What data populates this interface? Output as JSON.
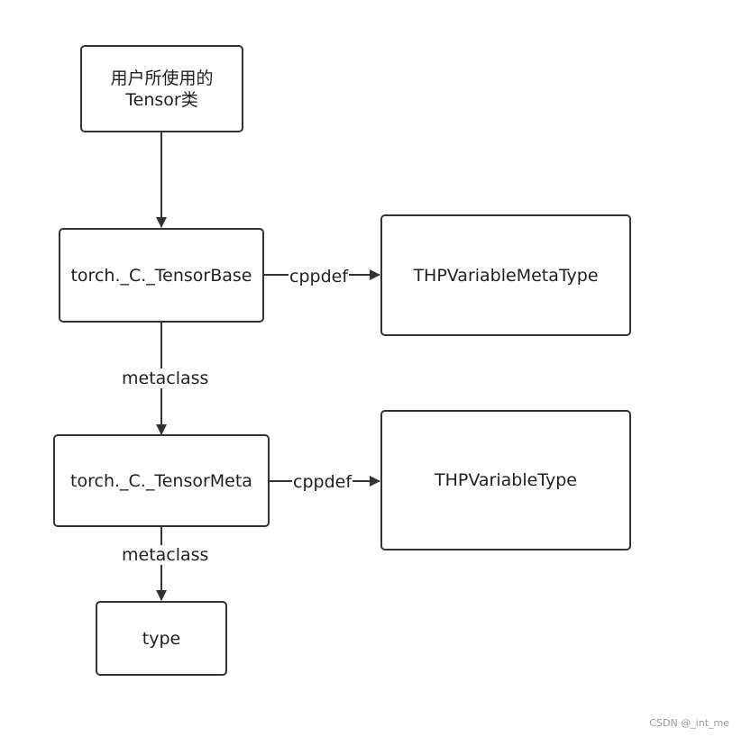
{
  "nodes": {
    "tensor": {
      "line1": "用户所使用的",
      "line2": "Tensor类"
    },
    "tensor_base": {
      "label": "torch._C._TensorBase"
    },
    "variable_meta_type": {
      "label": "THPVariableMetaType"
    },
    "tensor_meta": {
      "label": "torch._C._TensorMeta"
    },
    "variable_type": {
      "label": "THPVariableType"
    },
    "type": {
      "label": "type"
    }
  },
  "edges": {
    "base_to_meta_label": "metaclass",
    "meta_to_type_label": "metaclass",
    "base_cppdef_label": "cppdef",
    "meta_cppdef_label": "cppdef"
  },
  "watermark": "CSDN @_int_me",
  "colors": {
    "stroke": "#333333",
    "text": "#1f1f1f",
    "watermark": "#9a9a9a"
  }
}
